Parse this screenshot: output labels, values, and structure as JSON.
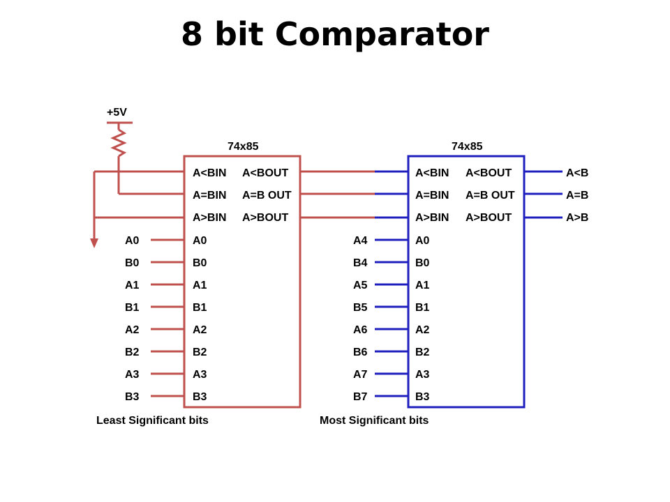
{
  "title": "8 bit Comparator",
  "supply_label": "+5V",
  "colors": {
    "left_chip": "#c0504d",
    "right_chip": "#1f1fbf",
    "wire_left": "#c0504d",
    "wire_right": "#1f1fbf"
  },
  "chips": [
    {
      "part": "74x85",
      "cascade_in": [
        "A<BIN",
        "A=BIN",
        "A>BIN"
      ],
      "cascade_out": [
        "A<BOUT",
        "A=B OUT",
        "A>BOUT"
      ],
      "data_pins": [
        "A0",
        "B0",
        "A1",
        "B1",
        "A2",
        "B2",
        "A3",
        "B3"
      ],
      "signals": [
        "A0",
        "B0",
        "A1",
        "B1",
        "A2",
        "B2",
        "A3",
        "B3"
      ],
      "caption": "Least Significant bits"
    },
    {
      "part": "74x85",
      "cascade_in": [
        "A<BIN",
        "A=BIN",
        "A>BIN"
      ],
      "cascade_out": [
        "A<BOUT",
        "A=B OUT",
        "A>BOUT"
      ],
      "data_pins": [
        "A0",
        "B0",
        "A1",
        "B1",
        "A2",
        "B2",
        "A3",
        "B3"
      ],
      "signals": [
        "A4",
        "B4",
        "A5",
        "B5",
        "A6",
        "B6",
        "A7",
        "B7"
      ],
      "caption": "Most Significant bits"
    }
  ],
  "outputs": [
    "A<B",
    "A=B",
    "A>B"
  ]
}
